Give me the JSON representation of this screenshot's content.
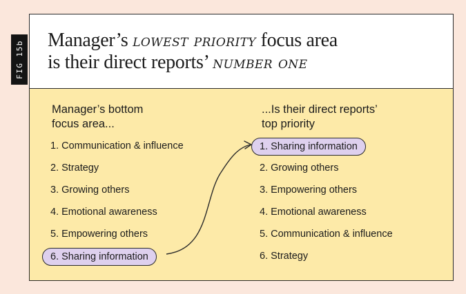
{
  "figure_tag": "FIG 15b",
  "headline": {
    "line1_prefix": "Manager’s ",
    "line1_script": "lowest priority",
    "line1_suffix": " focus area",
    "line2_prefix": "is their direct reports’ ",
    "line2_script": "number one"
  },
  "left_column": {
    "heading_line1": "Manager’s bottom",
    "heading_line2": "focus area...",
    "items": [
      "1. Communication & influence",
      "2. Strategy",
      "3. Growing others",
      "4. Emotional awareness",
      "5. Empowering others",
      "6. Sharing information"
    ]
  },
  "right_column": {
    "heading_line1": "...Is their direct reports’",
    "heading_line2": "top priority",
    "items": [
      "1. Sharing information",
      "2. Growing others",
      "3. Empowering others",
      "4. Emotional awareness",
      "5. Communication & influence",
      "6. Strategy"
    ]
  },
  "colors": {
    "background": "#fbe7dc",
    "panel": "#fdeaa8",
    "highlight": "#ded0ee",
    "ink": "#1b1b1b",
    "tag": "#141414"
  }
}
